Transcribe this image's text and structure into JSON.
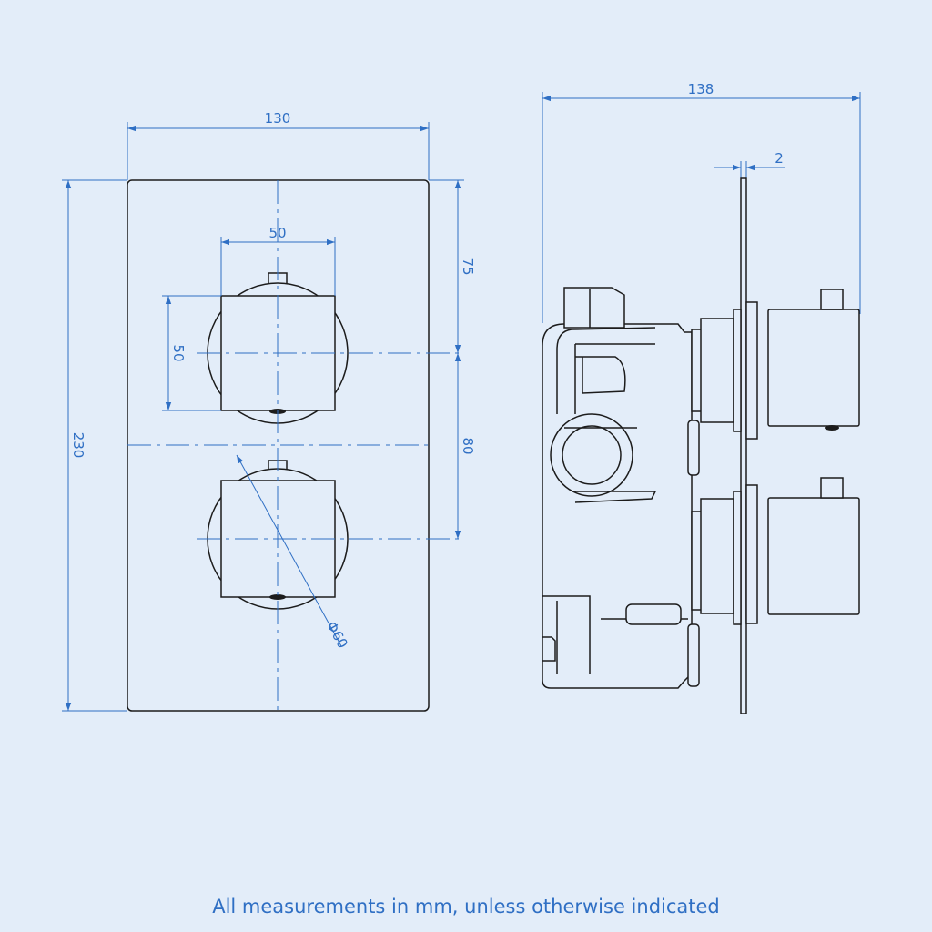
{
  "dimensions": {
    "front_width": "130",
    "front_height": "230",
    "knob_width": "50",
    "knob_height": "50",
    "top_offset": "75",
    "knob_spacing": "80",
    "knob_diameter": "Φ60",
    "side_depth": "138",
    "plate_thickness": "2"
  },
  "footer": "All measurements in mm, unless otherwise indicated",
  "colors": {
    "background": "#e3edf9",
    "dimension": "#2f6fc4",
    "outline": "#1c1c1c"
  }
}
